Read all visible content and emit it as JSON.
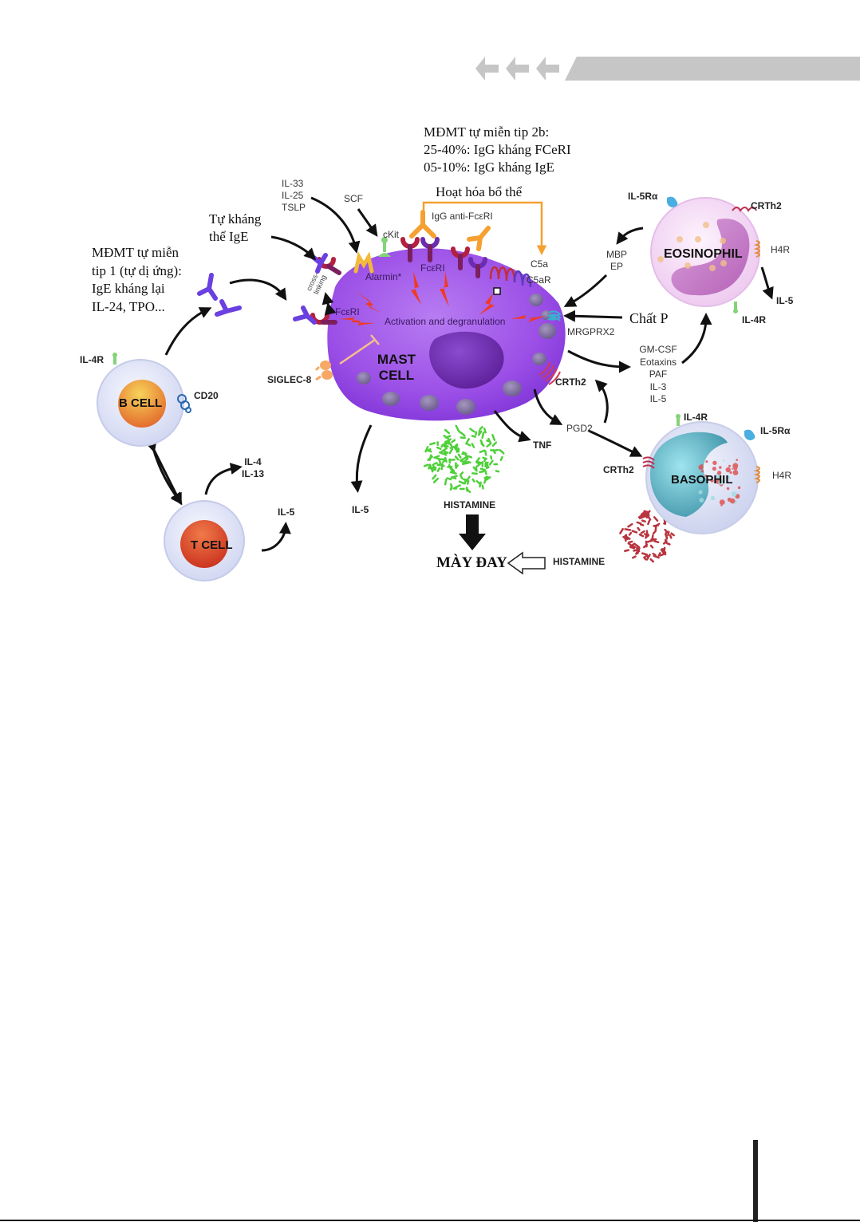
{
  "page": {
    "header_decoration": "gray-chevron-band",
    "footer_decoration": "black-rule"
  },
  "diagram": {
    "title_notes": {
      "type2b": [
        "MĐMT tự miễn tip 2b:",
        "25-40%: IgG kháng FCeRI",
        "05-10%: IgG kháng IgE"
      ],
      "type1": [
        "MĐMT tự miễn",
        "tip 1 (tự dị ứng):",
        "IgE kháng lại",
        "IL-24, TPO..."
      ],
      "autoantibody": [
        "Tự kháng",
        "thể IgE"
      ],
      "complement": "Hoạt hóa bổ thể",
      "substance_p": "Chất P",
      "outcome": "MÀY ĐAY"
    },
    "cells": {
      "mast": [
        "MAST",
        "CELL"
      ],
      "eosinophil": "EOSINOPHIL",
      "basophil": "BASOPHIL",
      "bcell": "B CELL",
      "tcell": "T CELL"
    },
    "labels": {
      "alarmins": [
        "IL-33",
        "IL-25",
        "TSLP"
      ],
      "scf": "SCF",
      "ckit": "cKit",
      "alarmin_receptor": "Alarmin*",
      "igg_anti": "IgG anti-FcεRI",
      "fceri_top": "FcεRI",
      "fceri_left": "FcεRI",
      "crosslinking": [
        "cross-",
        "linking"
      ],
      "c5a": "C5a",
      "c5ar": "C5aR",
      "activation": "Activation and degranulation",
      "mrgprx2": "MRGPRX2",
      "siglec8": "SIGLEC-8",
      "crth2_mast": "CRTh2",
      "mbp_ep": [
        "MBP",
        "EP"
      ],
      "mediators": [
        "GM-CSF",
        "Eotaxins",
        "PAF",
        "IL-3",
        "IL-5"
      ],
      "eos_il5ra": "IL-5Rα",
      "eos_crth2": "CRTh2",
      "eos_h4r": "H4R",
      "eos_il5": "IL-5",
      "eos_il4r": "IL-4R",
      "pgd2": "PGD2",
      "tnf": "TNF",
      "histamine_mast": "HISTAMINE",
      "histamine_baso": "HISTAMINE",
      "il5_mast": "IL-5",
      "baso_il4r": "IL-4R",
      "baso_il5ra": "IL-5Rα",
      "baso_crth2": "CRTh2",
      "baso_h4r": "H4R",
      "bcell_il4r": "IL-4R",
      "bcell_cd20": "CD20",
      "tcell_il4_il13": [
        "IL-4",
        "IL-13"
      ],
      "tcell_il5": "IL-5"
    },
    "colors": {
      "mast_cell": "#9b4ee6",
      "mast_dark": "#7a2fd0",
      "nucleus": "#6a2aa8",
      "granule": "#7d6a9e",
      "lightning": "#f03a22",
      "complement_line": "#f5a030",
      "eos_body": "#f4dcf6",
      "eos_nucleus": "#c77ac9",
      "baso_body": "#dfe3f6",
      "baso_nucleus": "#5ab8c9",
      "bcell_core": "#f0a030",
      "tcell_core": "#e0502a",
      "histamine_green": "#4fd03a",
      "histamine_red": "#b8343e",
      "header_gray": "#c6c6c6"
    }
  }
}
